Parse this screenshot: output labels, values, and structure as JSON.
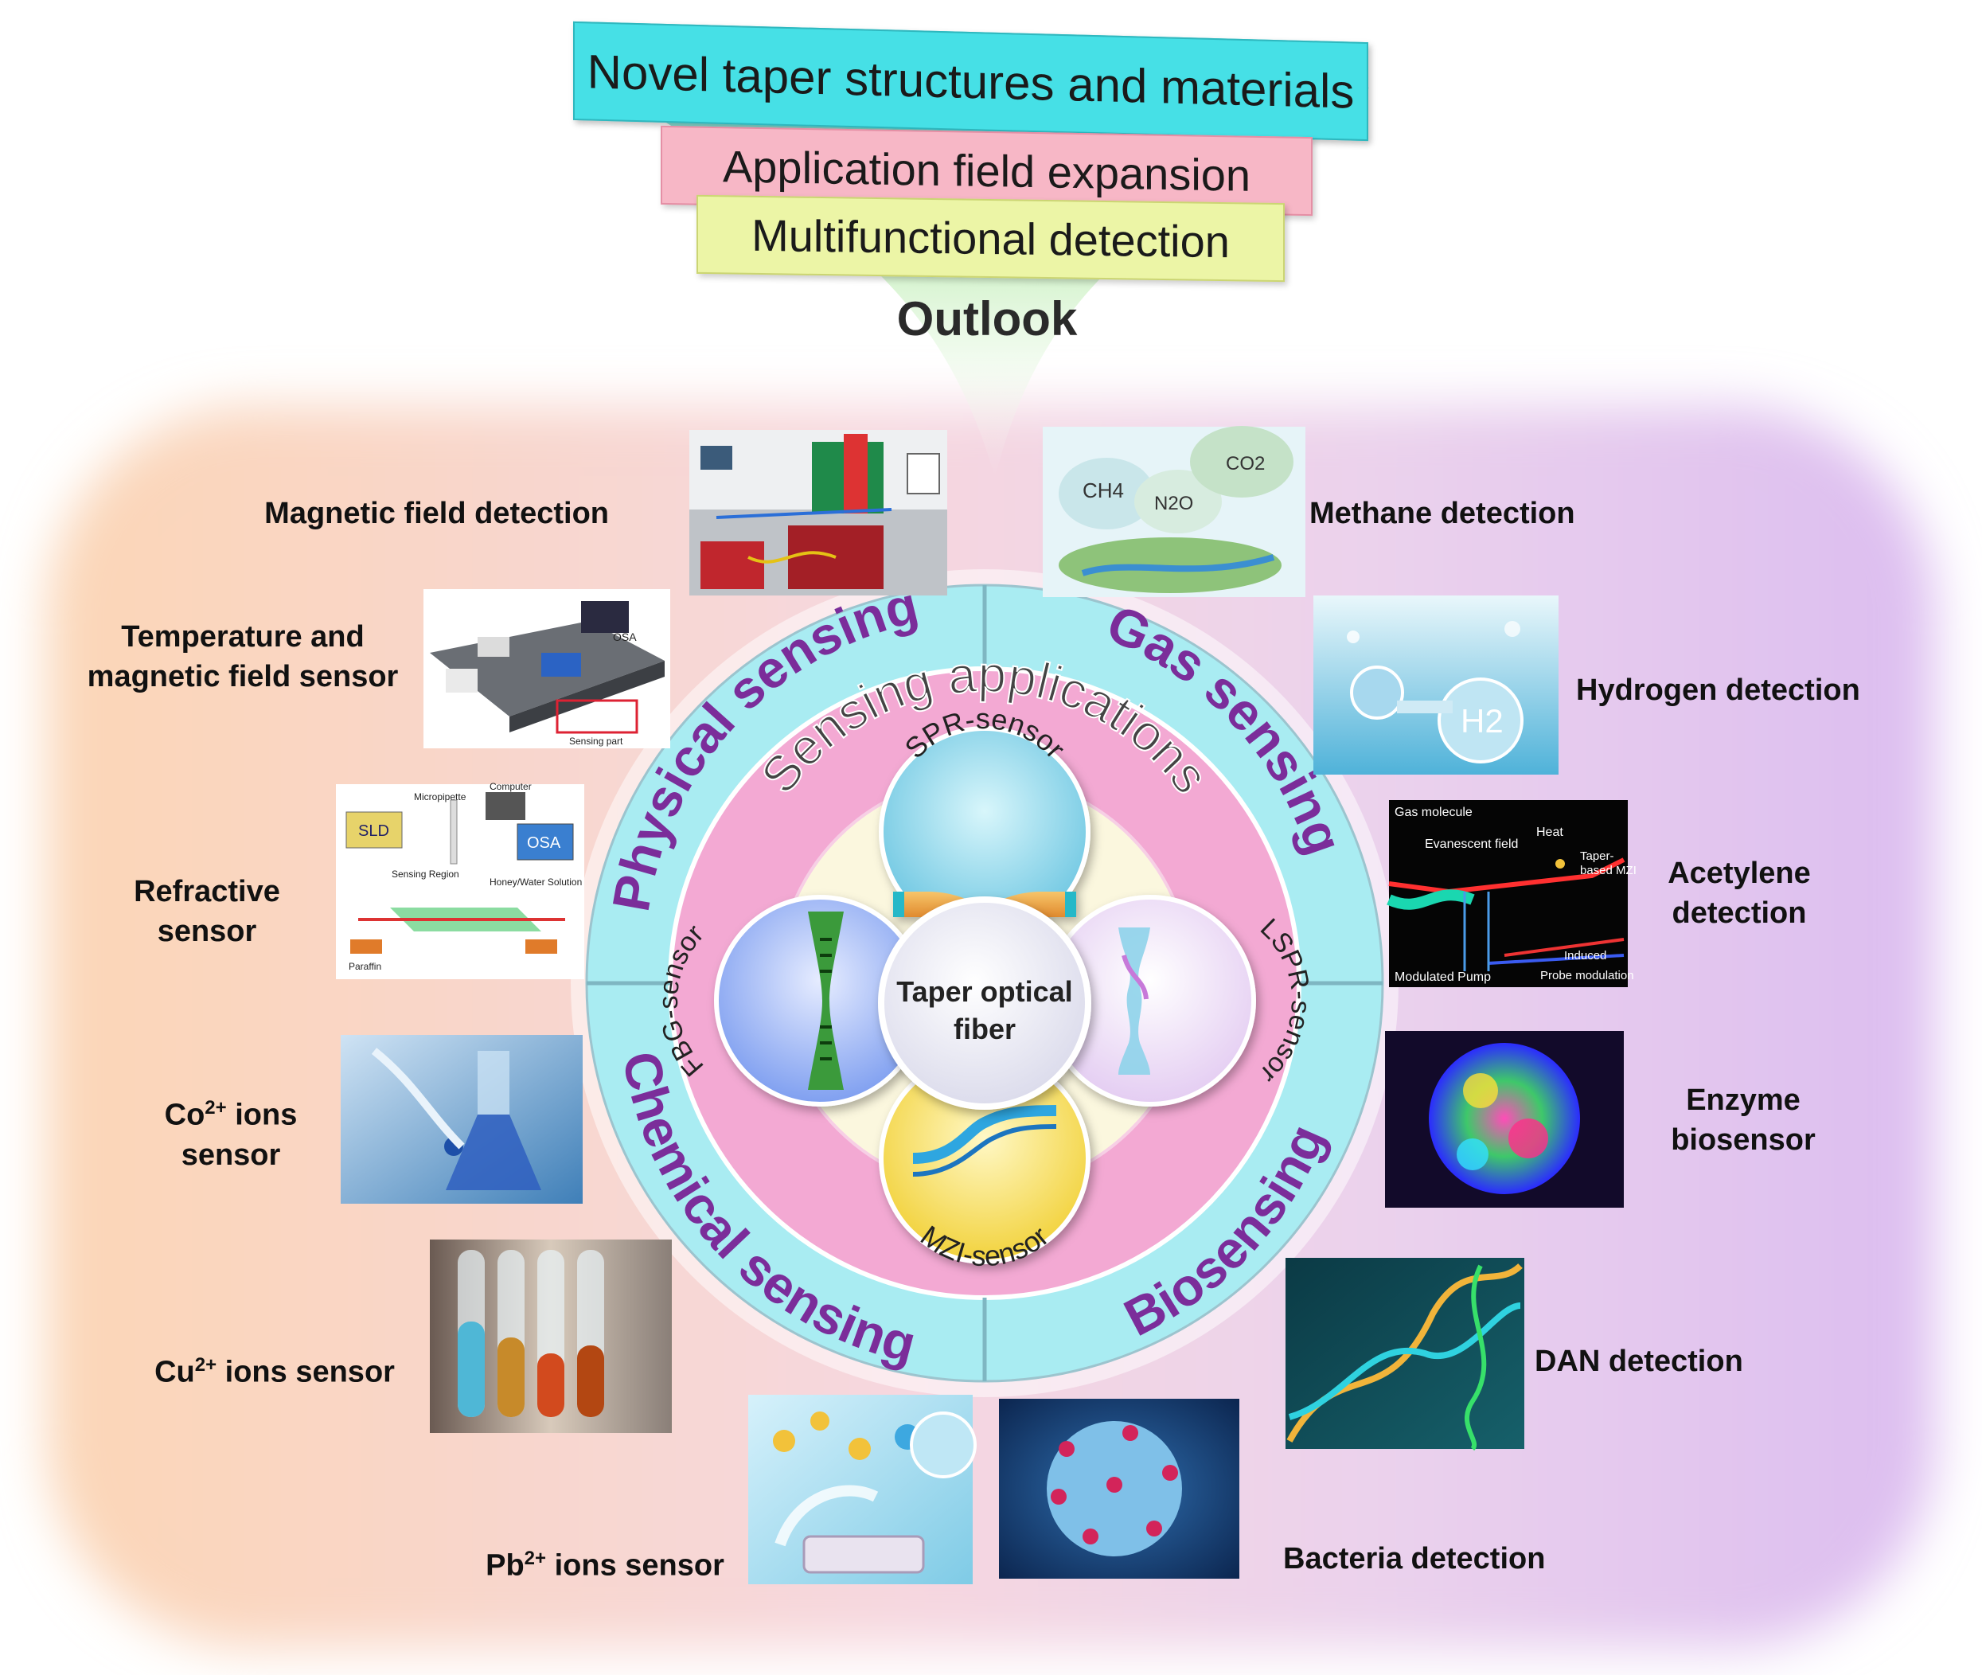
{
  "outlook": {
    "banner_1": "Novel taper structures and materials",
    "banner_2": "Application field expansion",
    "banner_3": "Multifunctional detection",
    "title": "Outlook"
  },
  "wheel": {
    "quadrants": [
      "Physical sensing",
      "Gas sensing",
      "Chemical sensing",
      "Biosensing"
    ],
    "ring_title": "Sensing applications",
    "center_line_1": "Taper optical",
    "center_line_2": "fiber",
    "sensors": [
      "SPR-sensor",
      "LSPR-sensor",
      "MZI-sensor",
      "FBG-sensor"
    ]
  },
  "applications": {
    "magnetic": "Magnetic field detection",
    "temp_1": "Temperature and",
    "temp_2": "magnetic field sensor",
    "refractive_1": "Refractive",
    "refractive_2": "sensor",
    "co_ion": "Co",
    "co_charge": "2+",
    "co_rest": " ions",
    "co_line2": "sensor",
    "cu_ion": "Cu",
    "cu_charge": "2+",
    "cu_rest": " ions sensor",
    "pb_ion": "Pb",
    "pb_charge": "2+",
    "pb_rest": " ions sensor",
    "methane": "Methane detection",
    "hydrogen": "Hydrogen detection",
    "acetylene_1": "Acetylene",
    "acetylene_2": "detection",
    "enzyme_1": "Enzyme",
    "enzyme_2": "biosensor",
    "dan": "DAN detection",
    "bacteria": "Bacteria detection"
  },
  "image_text": {
    "methane_ch4": "CH4",
    "methane_n2o": "N2O",
    "methane_co2": "CO2",
    "hydrogen_h2": "H2",
    "temp_osa": "OSA",
    "temp_sensing_part": "Sensing part",
    "ri_sld": "SLD",
    "ri_osa": "OSA",
    "ri_computer": "Computer",
    "ri_micropipette": "Micropipette",
    "ri_sensing_region": "Sensing Region",
    "ri_solution": "Honey/Water Solution",
    "ri_paraffin": "Paraffin",
    "ac_gas_molecule": "Gas molecule",
    "ac_evanescent": "Evanescent field",
    "ac_heat": "Heat",
    "ac_taper_1": "Taper-",
    "ac_taper_2": "based MZI",
    "ac_pump": "Modulated Pump",
    "ac_induced": "Induced",
    "ac_probe": "Probe modulation"
  },
  "colors": {
    "banner_cyan": "#46e0e6",
    "banner_pink": "#f7b7c6",
    "banner_yellow": "#ecf5a6",
    "outer_ring": "#a9ecf2",
    "inner_ring": "#f3a9d3",
    "label_purple": "#7b2d9a"
  }
}
